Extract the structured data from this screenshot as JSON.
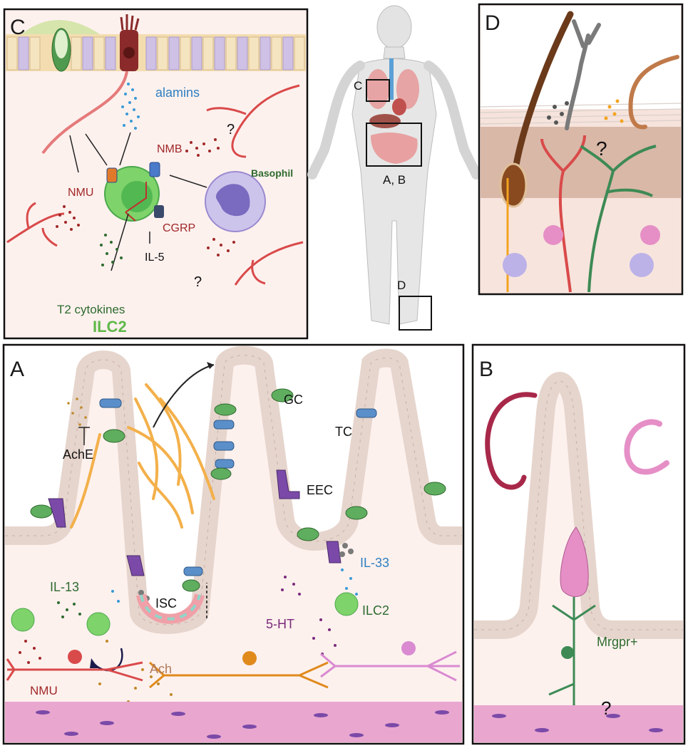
{
  "panels": {
    "C": {
      "letter": "C",
      "labels": {
        "alamins": "alamins",
        "nmb": "NMB",
        "nmu": "NMU",
        "basophil": "Basophil",
        "cgrp": "CGRP",
        "il5": "IL-5",
        "t2": "T2 cytokines",
        "ilc2": "ILC2",
        "q1": "?",
        "q2": "?"
      }
    },
    "body": {
      "labels": {
        "c": "C",
        "ab": "A, B",
        "d": "D"
      }
    },
    "D": {
      "letter": "D",
      "labels": {
        "q": "?"
      }
    },
    "A": {
      "letter": "A",
      "labels": {
        "gc": "GC",
        "tc": "TC",
        "ache": "AchE",
        "eec": "EEC",
        "il33": "IL-33",
        "il13": "IL-13",
        "isc": "ISC",
        "ilc2": "ILC2",
        "ht5": "5-HT",
        "ach": "Ach",
        "nmu": "NMU"
      }
    },
    "B": {
      "letter": "B",
      "labels": {
        "mrgpr": "Mrgpr+",
        "q": "?"
      }
    }
  },
  "colors": {
    "panel_bg": "#fdf1ee",
    "epithelium": "#e6d5cd",
    "neuron_red": "#d94a4a",
    "neuron_orange": "#e08a1c",
    "neuron_pink": "#d98ad1",
    "neuron_green": "#3d8a55",
    "tuft_blue": "#5b8fc9",
    "goblet_green": "#5fae5f",
    "eec_purple": "#7b4aa8",
    "ilc2_green": "#7fd36b",
    "muscle_pink": "#e9a6cf",
    "worm_red": "#a8284a",
    "worm_pink": "#e58fc6",
    "label_blue": "#2f7fc0",
    "label_red": "#a02828",
    "label_green": "#2e6b2e",
    "label_purple": "#7b2a7b"
  }
}
